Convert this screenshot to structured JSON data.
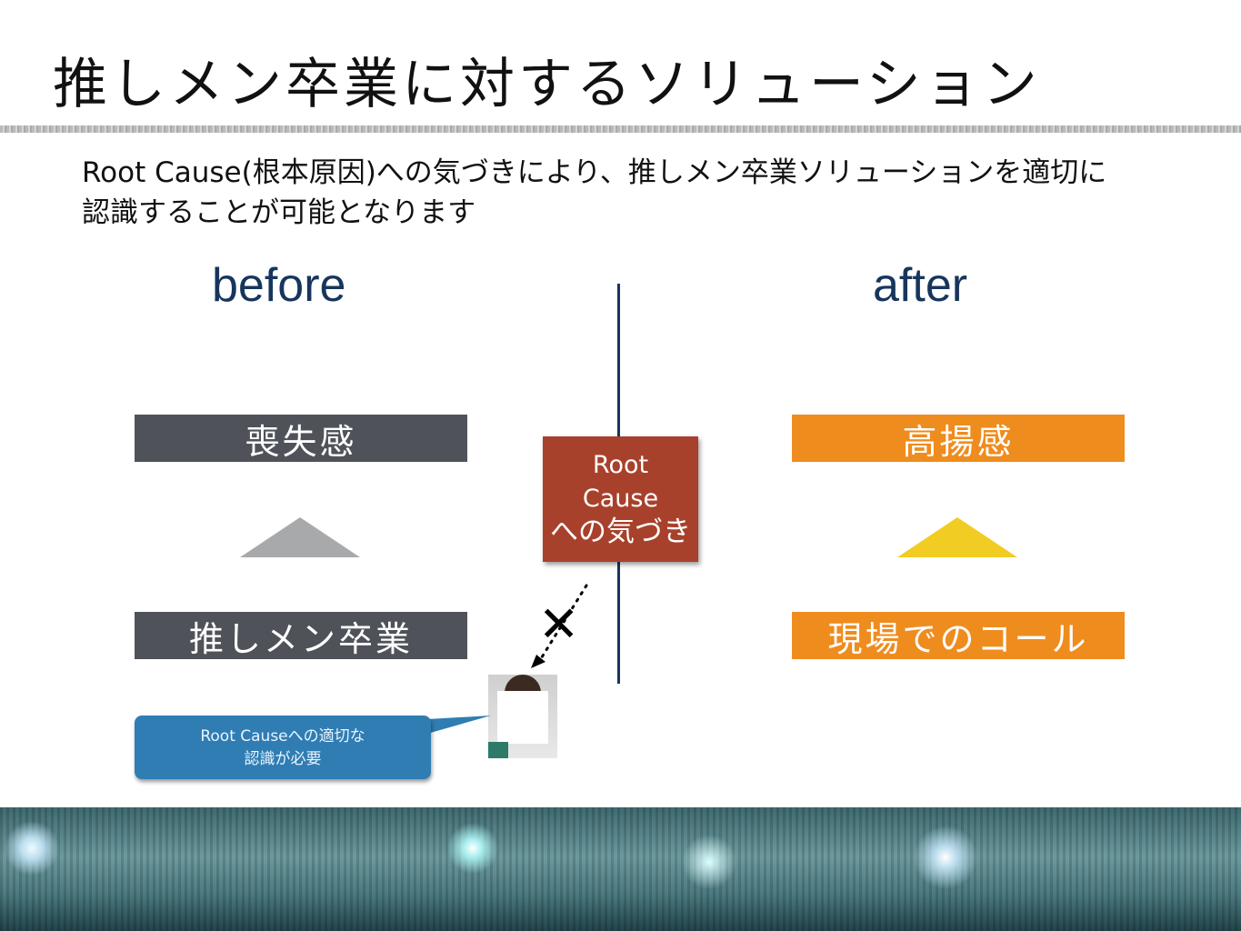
{
  "title": "推しメン卒業に対するソリューション",
  "subtitle": "Root Cause(根本原因)への気づきにより、推しメン卒業ソリューションを適切に認識することが可能となります",
  "before": {
    "heading": "before",
    "top_box": "喪失感",
    "bottom_box": "推しメン卒業"
  },
  "after": {
    "heading": "after",
    "top_box": "高揚感",
    "bottom_box": "現場でのコール"
  },
  "center": {
    "line1": "Root",
    "line2": "Cause",
    "line3": "への気づき"
  },
  "cross_mark": "✕",
  "bubble": {
    "line1": "Root Causeへの適切な",
    "line2": "認識が必要"
  },
  "colors": {
    "gray": "#4f5359",
    "orange": "#ef8c1e",
    "red": "#a8412c",
    "blue": "#2f7db3",
    "navy": "#17365d",
    "yellow": "#f1cc23"
  }
}
